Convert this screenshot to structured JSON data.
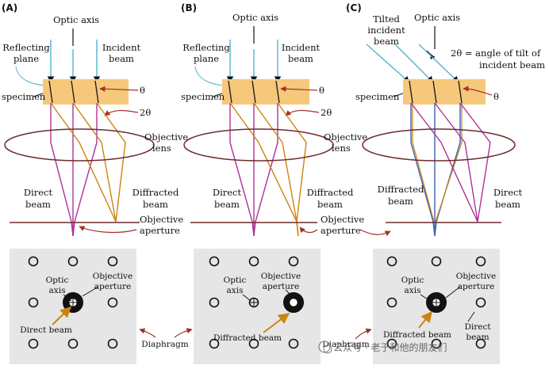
{
  "panels": [
    {
      "id": "A",
      "tag": "(A)",
      "optic_axis": "Optic axis",
      "reflecting_plane": [
        "Reflecting",
        "plane"
      ],
      "incident_beam": [
        "Incident",
        "beam"
      ],
      "specimen": "specimen",
      "theta": "θ",
      "two_theta": "2θ",
      "objective_lens": [
        "Objective",
        "lens"
      ],
      "direct_beam": [
        "Direct",
        "beam"
      ],
      "diffracted_beam": [
        "Diffracted",
        "beam"
      ],
      "objective_aperture": [
        "Objective",
        "aperture"
      ]
    },
    {
      "id": "B",
      "tag": "(B)",
      "optic_axis": "Optic axis",
      "reflecting_plane": [
        "Reflecting",
        "plane"
      ],
      "incident_beam": [
        "Incident",
        "beam"
      ],
      "specimen": "specimen",
      "theta": "θ",
      "two_theta": "2θ",
      "objective_lens": [
        "Objective",
        "lens"
      ],
      "direct_beam": [
        "Direct",
        "beam"
      ],
      "diffracted_beam": [
        "Diffracted",
        "beam"
      ],
      "objective_aperture": [
        "Objective",
        "aperture"
      ]
    },
    {
      "id": "C",
      "tag": "(C)",
      "tilted_incident_beam": [
        "Tilted",
        "incident",
        "beam"
      ],
      "optic_axis": "Optic axis",
      "tilt_note": [
        "2θ = angle of tilt of",
        "incident beam"
      ],
      "specimen": "specimen",
      "theta": "θ",
      "diffracted_beam": [
        "Diffracted",
        "beam"
      ],
      "direct_beam": [
        "Direct",
        "beam"
      ]
    }
  ],
  "patterns": [
    {
      "optic_axis": [
        "Optic",
        "axis"
      ],
      "objective_aperture": [
        "Objective",
        "aperture"
      ],
      "direct_beam": "Direct beam"
    },
    {
      "optic_axis": [
        "Optic",
        "axis"
      ],
      "objective_aperture": [
        "Objective",
        "aperture"
      ],
      "diffracted_beam": "Diffracted beam"
    },
    {
      "optic_axis": [
        "Optic",
        "axis"
      ],
      "objective_aperture": [
        "Objective",
        "aperture"
      ],
      "diffracted_beam": "Diffracted beam",
      "direct_beam": [
        "Direct",
        "beam"
      ]
    }
  ],
  "diaphragm": [
    "Diaphragm",
    "Diaphragm"
  ],
  "watermark": "公众号 · 老于和他的朋友们",
  "colors": {
    "incident": "#4fb4cf",
    "direct": "#b0309a",
    "diffracted": "#cc8410",
    "specimen": "#f6c87c",
    "lens": "#6e2b2b",
    "pattern_bg": "#e6e6e6",
    "spot": "#111111",
    "arrow": "#a3302b",
    "tilt_diffracted": "#3a5fb0"
  }
}
